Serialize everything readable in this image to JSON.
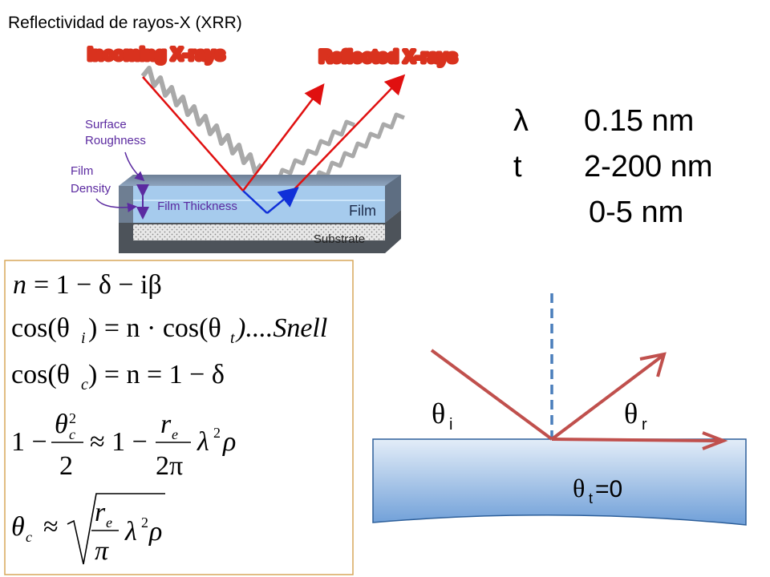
{
  "slide": {
    "title": "Reflectividad de rayos-X (XRR)"
  },
  "xrr_figure": {
    "incoming_label": "Incoming X-rays",
    "reflected_label": "Reflected X-rays",
    "surface_roughness_label_1": "Surface",
    "surface_roughness_label_2": "Roughness",
    "film_density_label_1": "Film",
    "film_density_label_2": "Density",
    "film_thickness_label": "Film Thickness",
    "film_label": "Film",
    "substrate_label": "Substrate",
    "colors": {
      "banner_red": "#d9321e",
      "banner_yellow": "#f4d23c",
      "annotation_purple": "#5b2aa0",
      "film_blue": "#9ec9ee",
      "substrate_gray": "#5a5f66",
      "ray_red": "#e01010",
      "ray_blue": "#1030d8"
    }
  },
  "parameters": {
    "line1": {
      "symbol": "λ",
      "op": "",
      "value": "0.15 nm"
    },
    "line2": {
      "symbol": "t",
      "op": "",
      "value": "2-200 nm"
    },
    "line3": {
      "symbol": "",
      "op": "",
      "value": "0-5 nm"
    }
  },
  "equations": {
    "eq1": {
      "lhs": "n",
      "rhs": "= 1 − δ − iβ"
    },
    "eq2": {
      "pre": "cos(θ",
      "sub1": "i",
      "mid": ") = n · cos(θ",
      "sub2": "t",
      "post": ")....Snell"
    },
    "eq3": {
      "pre": "cos(θ",
      "sub": "c",
      "post": ") = n = 1 − δ"
    },
    "eq4": {
      "one": "1 −",
      "num": "θ",
      "num_sub": "c",
      "num_sup": "2",
      "den": "2",
      "approx": "≈ 1 −",
      "num2": "r",
      "num2_sub": "e",
      "den2": "2π",
      "tail": "λ",
      "tail_sup": "2",
      "rho": "ρ"
    },
    "eq5": {
      "lhs": "θ",
      "lhs_sub": "c",
      "approx": "≈",
      "num": "r",
      "num_sub": "e",
      "den": "π",
      "tail": "λ",
      "tail_sup": "2",
      "rho": "ρ"
    },
    "box_color": "#d7a75a"
  },
  "reflection_diagram": {
    "theta_i": "θ",
    "theta_i_sub": "i",
    "theta_r": "θ",
    "theta_r_sub": "r",
    "theta_t": "θ",
    "theta_t_sub": "t",
    "theta_t_value": "=0",
    "colors": {
      "ray": "#c0504d",
      "normal": "#4a7ebb",
      "medium_top": "#dde8f6",
      "medium_bottom": "#7aa6de",
      "medium_stroke": "#2d5f9a"
    }
  }
}
